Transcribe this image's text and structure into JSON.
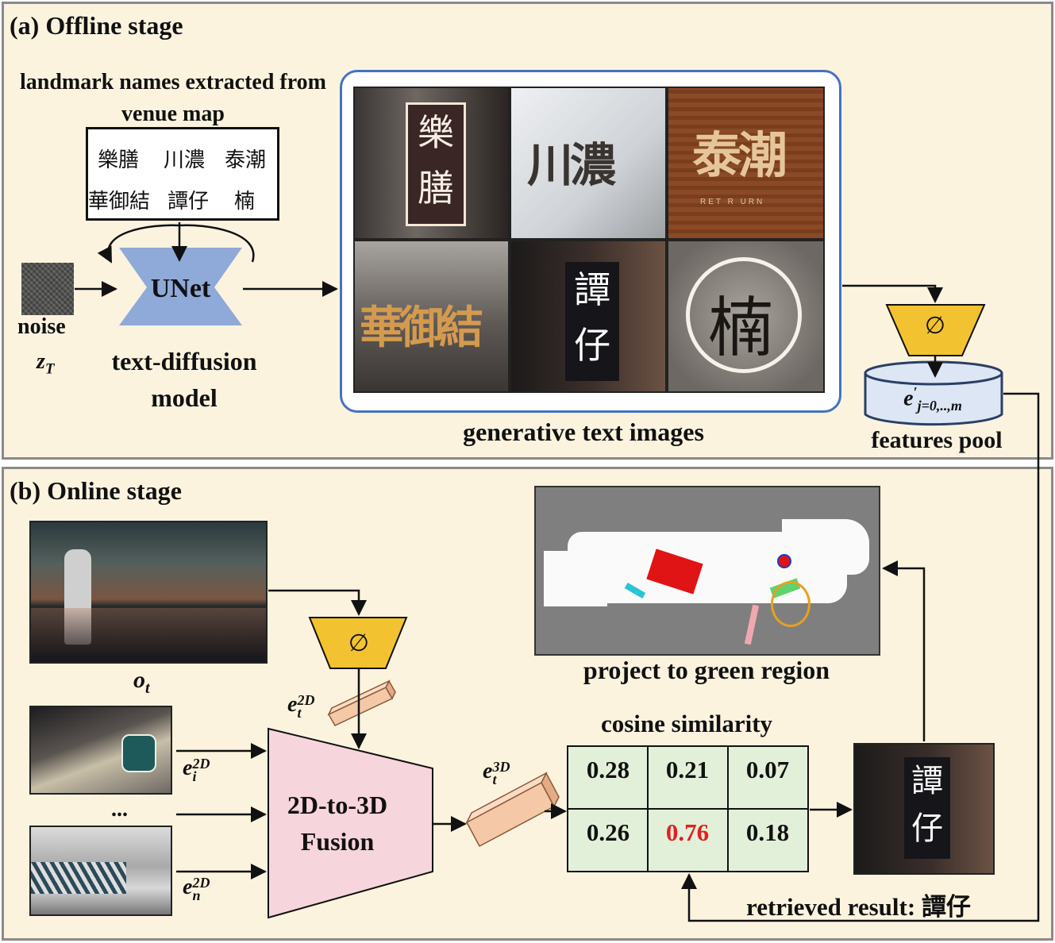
{
  "offline": {
    "title": "(a) Offline stage",
    "landmark_heading": "landmark names extracted from venue map",
    "landmark_names": [
      "樂膳",
      "川濃",
      "泰潮",
      "華御結",
      "譚仔",
      "楠"
    ],
    "unet_label": "UNet",
    "noise_label": "noise",
    "noise_var": "z",
    "noise_sub": "T",
    "model_label": "text-diffusion model",
    "gen_label": "generative text images",
    "gen_images": [
      {
        "text": "樂\n膳",
        "caption": ""
      },
      {
        "text": "川濃",
        "caption": ""
      },
      {
        "text": "泰潮",
        "caption": "RET R URN"
      },
      {
        "text": "華御結",
        "caption": ""
      },
      {
        "text": "譚\n仔",
        "caption": ""
      },
      {
        "text": "楠",
        "caption": ""
      }
    ],
    "encoder_symbol": "∅",
    "pool_var": "e",
    "pool_sup": "′",
    "pool_sub": "j=0,..,m",
    "pool_label": "features pool"
  },
  "online": {
    "title": "(b) Online stage",
    "obs_var": "o",
    "obs_sub": "t",
    "encoder_symbol": "∅",
    "feat_2d_var": "e",
    "feat_2d_sub": "t",
    "feat_2d_sup": "2D",
    "feat_i_sub": "i",
    "feat_n_sub": "n",
    "ellipsis": "...",
    "fusion_label_1": "2D-to-3D",
    "fusion_label_2": "Fusion",
    "feat_3d_var": "e",
    "feat_3d_sub": "t",
    "feat_3d_sup": "3D",
    "cos_title": "cosine similarity",
    "cos_values": [
      [
        "0.28",
        "0.21",
        "0.07"
      ],
      [
        "0.26",
        "0.76",
        "0.18"
      ]
    ],
    "highlight_value": "0.76",
    "map_label": "project to green region",
    "retrieved_label": "retrieved result: 譚仔",
    "retrieved_sign": "譚\n仔"
  },
  "colors": {
    "panel_bg": "#fcf3df",
    "unet": "#8fa9d8",
    "encoder": "#f2c230",
    "fusion": "#f7d5dc",
    "cos_table": "#e2f0d9",
    "highlight": "#e02020",
    "gen_border": "#4472c4"
  }
}
